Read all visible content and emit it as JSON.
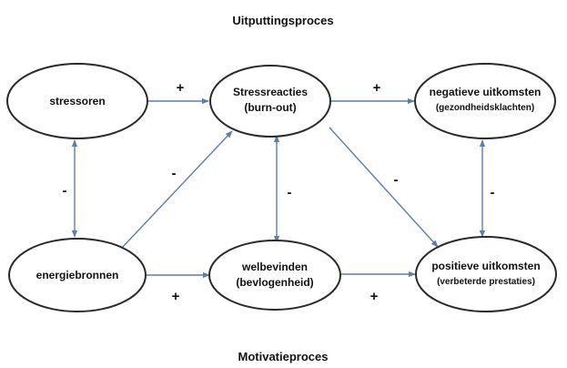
{
  "titles": {
    "top": "Uitputtingsproces",
    "bottom": "Motivatieproces"
  },
  "nodes": {
    "stressoren": {
      "label": "stressoren"
    },
    "stressreacties": {
      "label": "Stressreacties",
      "sub": "(burn-out)"
    },
    "negatieve": {
      "label": "negatieve uitkomsten",
      "sub": "(gezondheidsklachten)"
    },
    "energiebronnen": {
      "label": "energiebronnen"
    },
    "welbevinden": {
      "label": "welbevinden",
      "sub": "(bevlogenheid)"
    },
    "positieve": {
      "label": "positieve uitkomsten",
      "sub": "(verbeterde prestaties)"
    }
  },
  "signs": {
    "stressoren_to_stressreacties": "+",
    "stressreacties_to_negatieve": "+",
    "stressoren_energiebronnen": "-",
    "energiebronnen_to_stressreacties": "-",
    "stressreacties_welbevinden": "-",
    "stressreacties_to_positieve": "-",
    "negatieve_positieve": "-",
    "energiebronnen_to_welbevinden": "+",
    "welbevinden_to_positieve": "+"
  },
  "colors": {
    "arrow": "#5b7fa8",
    "outline": "#2a2a2a"
  }
}
